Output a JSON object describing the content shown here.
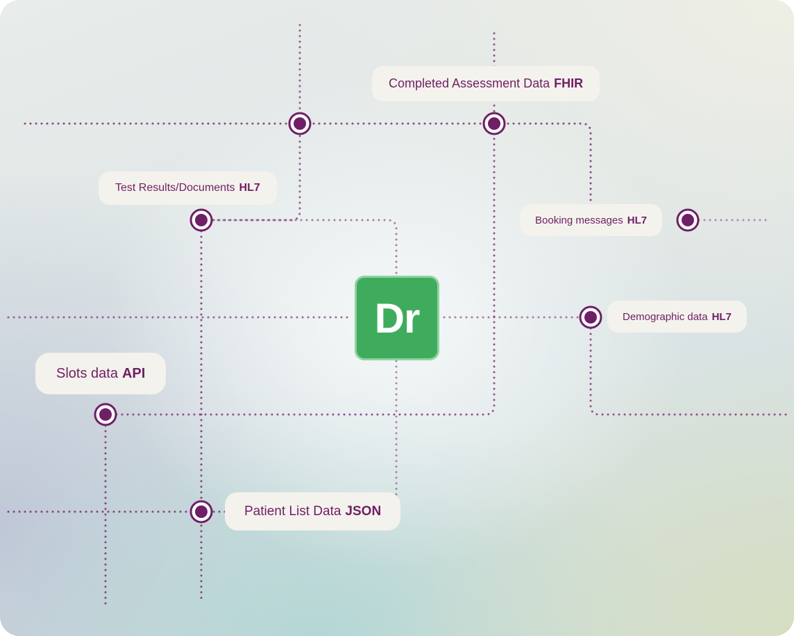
{
  "logo": {
    "text": "Dr",
    "color": "#3fac5d"
  },
  "accent_color": "#6e1f66",
  "labels": {
    "completed_assessment": {
      "text": "Completed Assessment Data",
      "format": "FHIR"
    },
    "test_results": {
      "text": "Test Results/Documents",
      "format": "HL7"
    },
    "booking_messages": {
      "text": "Booking messages",
      "format": "HL7"
    },
    "demographic": {
      "text": "Demographic data",
      "format": "HL7"
    },
    "slots": {
      "text": "Slots data",
      "format": "API"
    },
    "patient_list": {
      "text": "Patient List Data",
      "format": "JSON"
    }
  }
}
